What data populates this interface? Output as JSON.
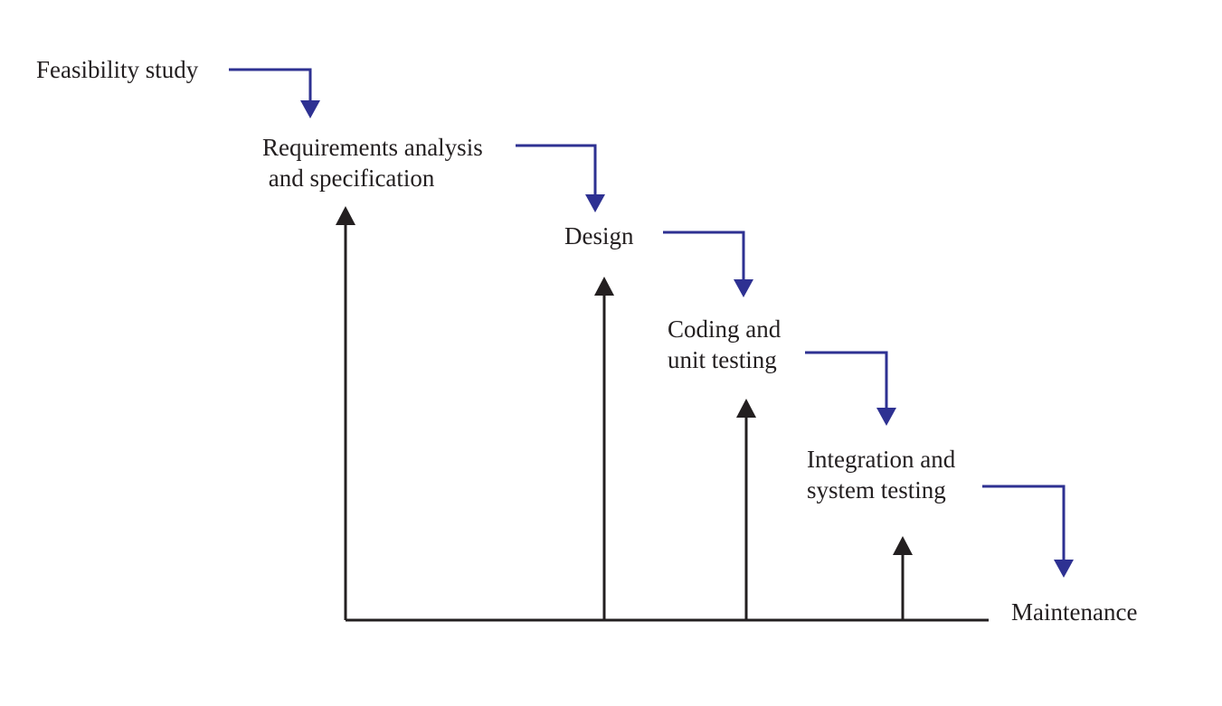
{
  "diagram": {
    "colors": {
      "forward_arrow": "#2e3192",
      "feedback_arrow": "#231f20",
      "text": "#231f20",
      "background": "#ffffff"
    },
    "stages": [
      {
        "id": "feasibility",
        "lines": [
          "Feasibility study"
        ]
      },
      {
        "id": "requirements",
        "lines": [
          "Requirements analysis",
          " and specification"
        ]
      },
      {
        "id": "design",
        "lines": [
          "Design"
        ]
      },
      {
        "id": "coding",
        "lines": [
          "Coding and",
          "unit testing"
        ]
      },
      {
        "id": "integration",
        "lines": [
          "Integration and",
          "system testing"
        ]
      },
      {
        "id": "maintenance",
        "lines": [
          "Maintenance"
        ]
      }
    ]
  }
}
